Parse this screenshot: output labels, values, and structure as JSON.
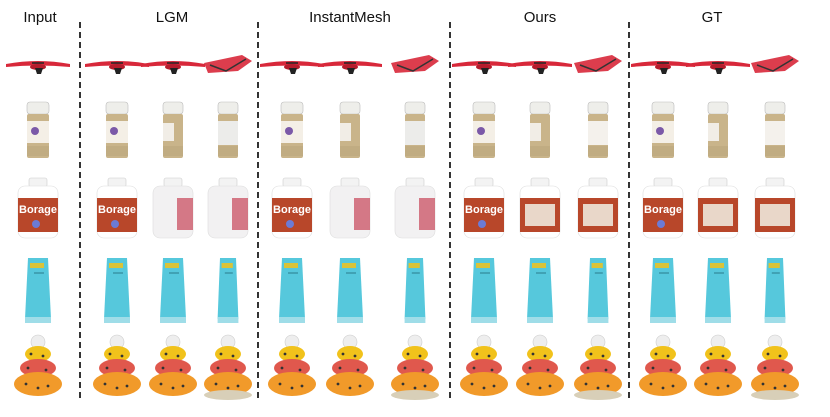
{
  "columns": [
    {
      "key": "input",
      "label": "Input"
    },
    {
      "key": "lgm",
      "label": "LGM"
    },
    {
      "key": "instantmesh",
      "label": "InstantMesh"
    },
    {
      "key": "ours",
      "label": "Ours"
    },
    {
      "key": "gt",
      "label": "GT"
    }
  ],
  "rows": [
    {
      "key": "airplane",
      "object": "red-airplane"
    },
    {
      "key": "spice-jar",
      "object": "spice-jar"
    },
    {
      "key": "borage-bottle",
      "object": "supplement-bottle",
      "label_text": "Borage"
    },
    {
      "key": "tube",
      "object": "blue-tube"
    },
    {
      "key": "stacking-toy",
      "object": "stacking-ring-toy"
    }
  ],
  "colors": {
    "plane": "#d8283a",
    "jar_body": "#c9b48a",
    "jar_cap": "#eeeeea",
    "bottle_body": "#b8472a",
    "bottle_cap": "#f3f3f3",
    "tube": "#56c8dc",
    "toy_yellow": "#f1c21b",
    "toy_red": "#e0584d",
    "toy_orange": "#f19a2a"
  }
}
